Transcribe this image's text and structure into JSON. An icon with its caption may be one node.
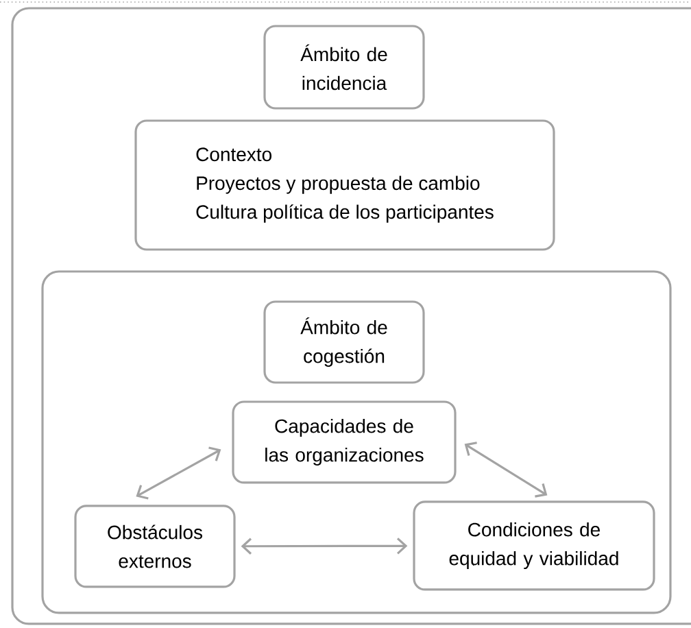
{
  "diagram": {
    "nodes": [
      {
        "text": [],
        "shape": "box"
      },
      {
        "text": [
          "Ámbito de incidencia"
        ],
        "in": 0
      },
      {
        "text": [
          "Contexto",
          "Proyectos y propuesta de cambio",
          "Cultura política de los participantes"
        ],
        "in": 0
      },
      {
        "text": [],
        "shape": "box",
        "in": 0
      },
      {
        "text": [
          "Ámbito de cogestión"
        ],
        "in": 3
      },
      {
        "text": [
          "Capacidades de las organizaciones"
        ],
        "in": 3
      },
      {
        "text": [
          "Obstáculos externos"
        ],
        "in": 3
      },
      {
        "text": [
          "Condiciones de equidad y viabilidad"
        ],
        "in": 3
      }
    ],
    "edges": [
      {
        "from": 5,
        "to": 6,
        "arrow": "both"
      },
      {
        "from": 5,
        "to": 7,
        "arrow": "both"
      },
      {
        "from": 6,
        "to": 7,
        "arrow": "both"
      }
    ]
  }
}
